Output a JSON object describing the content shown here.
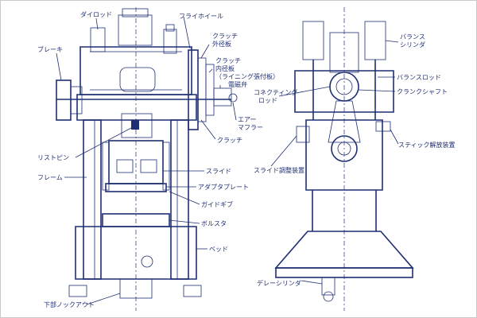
{
  "left_view": {
    "labels": {
      "die_rod": "ダイロッド",
      "flywheel": "フライホイール",
      "clutch_outer_plate_1": "クラッチ",
      "clutch_outer_plate_2": "外径板",
      "brake": "ブレーキ",
      "clutch_inner_plate_1": "クラッチ",
      "clutch_inner_plate_2": "内径板",
      "clutch_inner_plate_3": "（ライニング張付板）",
      "solenoid_valve": "電磁弁",
      "air_muffler_1": "エアー",
      "air_muffler_2": "マフラー",
      "clutch": "クラッチ",
      "wrist_pin": "リストピン",
      "frame": "フレーム",
      "slide": "スライド",
      "adapter_plate": "アダプタプレート",
      "guide_gib": "ガイドギブ",
      "bolster": "ボルスタ",
      "bed": "ベッド",
      "lower_knockout": "下部ノックアウト"
    }
  },
  "right_view": {
    "labels": {
      "balance_cylinder_1": "バランス",
      "balance_cylinder_2": "シリンダ",
      "balance_rod": "バランスロッド",
      "connecting_rod_1": "コネクティング",
      "connecting_rod_2": "ロッド",
      "crankshaft": "クランクシャフト",
      "stick_release": "スティック解放装置",
      "slide_adjust": "スライド調整装置",
      "delay_cylinder": "デレーシリンダ"
    }
  }
}
